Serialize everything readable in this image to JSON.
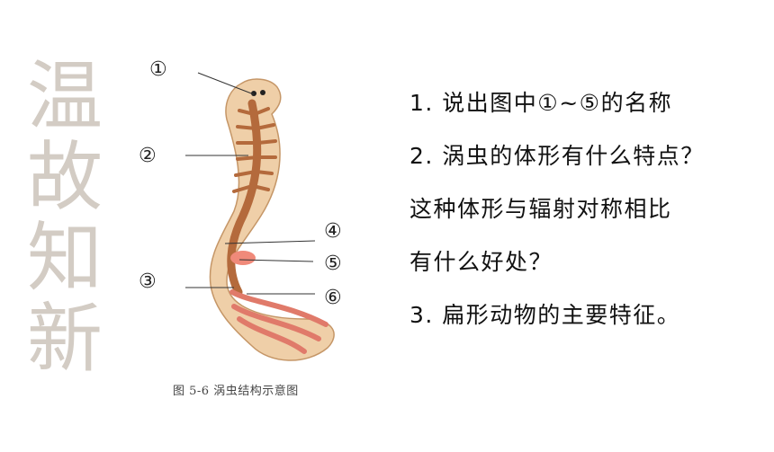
{
  "side_title": [
    "温",
    "故",
    "知",
    "新"
  ],
  "figure": {
    "labels": [
      "①",
      "②",
      "③",
      "④",
      "⑤",
      "⑥"
    ],
    "caption": "图 5-6  涡虫结构示意图"
  },
  "questions": [
    "1. 说出图中①~⑤的名称",
    "2. 涡虫的体形有什么特点？",
    "这种体形与辐射对称相比",
    "有什么好处？",
    "3. 扁形动物的主要特征。"
  ],
  "colors": {
    "side_title": "#d3ccc4",
    "body": "#e8c39a",
    "gut": "#b46a3c",
    "pharynx": "#e8766a"
  }
}
